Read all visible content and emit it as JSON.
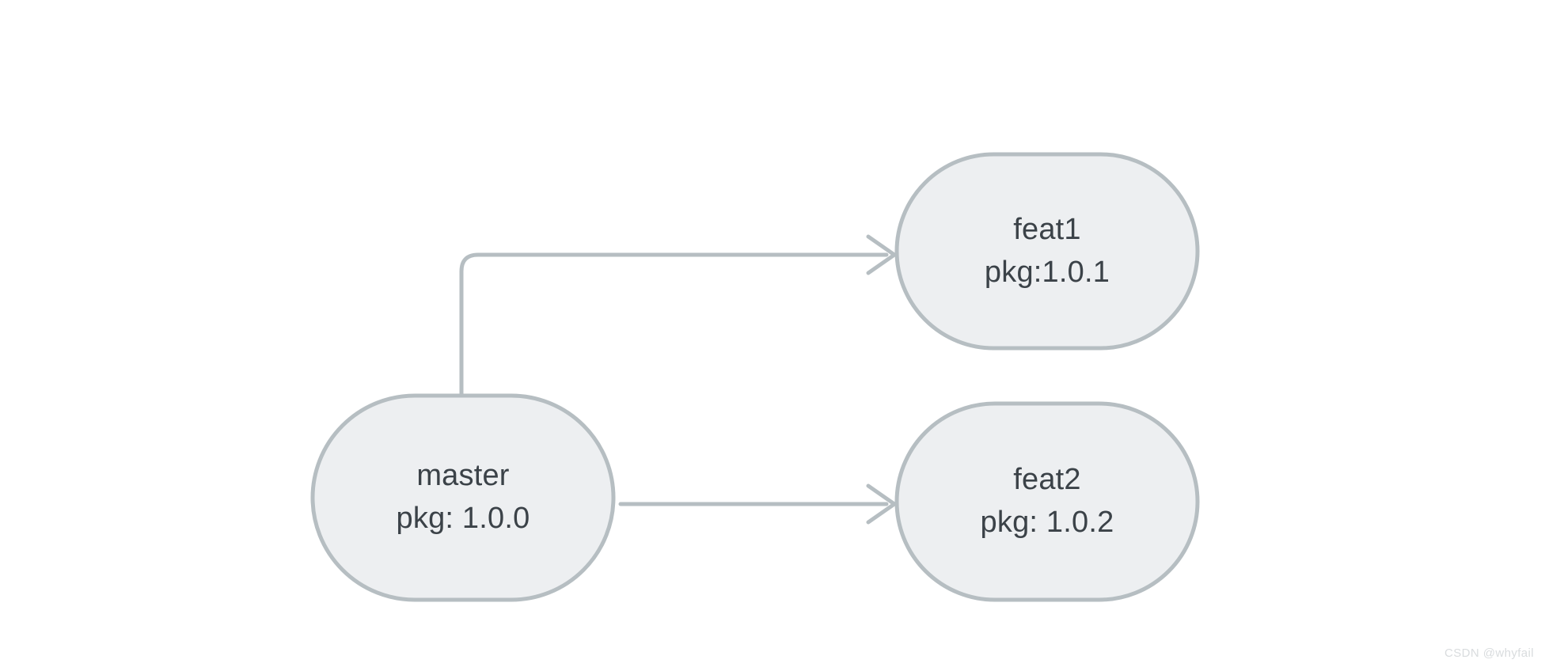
{
  "diagram": {
    "background_color": "#ffffff",
    "node_fill_color": "#edeff1",
    "node_border_color": "#b6bec2",
    "edge_color": "#b6bec2",
    "text_color": "#3b4248",
    "nodes": [
      {
        "id": "master",
        "name": "master",
        "detail": "pkg: 1.0.0",
        "shape": "stadium"
      },
      {
        "id": "feat1",
        "name": "feat1",
        "detail": "pkg:1.0.1",
        "shape": "stadium"
      },
      {
        "id": "feat2",
        "name": "feat2",
        "detail": "pkg: 1.0.2",
        "shape": "stadium"
      }
    ],
    "edges": [
      {
        "id": "master-to-feat1",
        "from": "master",
        "to": "feat1",
        "style": "elbow-arrow",
        "label": ""
      },
      {
        "id": "master-to-feat2",
        "from": "master",
        "to": "feat2",
        "style": "straight-arrow",
        "label": ""
      }
    ]
  },
  "watermark": {
    "text": "CSDN @whyfail"
  }
}
